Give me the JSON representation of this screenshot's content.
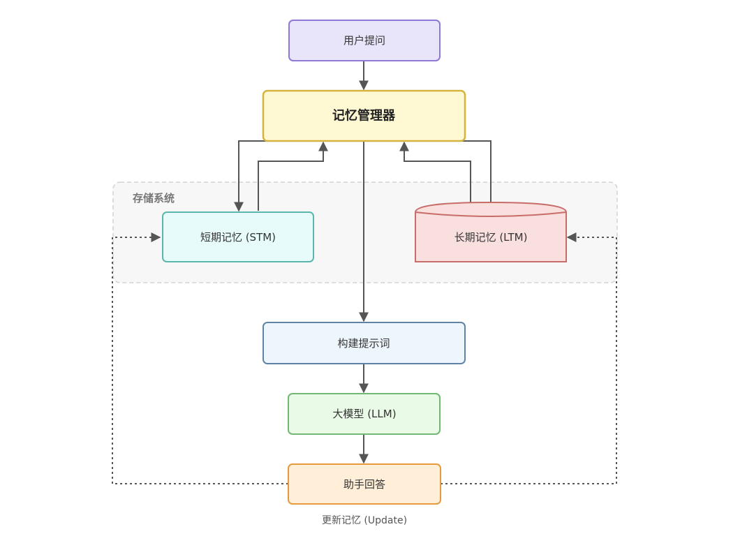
{
  "diagram": {
    "group": {
      "label": "存储系统"
    },
    "nodes": {
      "user_question": {
        "label": "用户提问",
        "fill": "#E8E4FA",
        "stroke": "#8F78D6"
      },
      "memory_manager": {
        "label": "记忆管理器",
        "fill": "#FFF9D3",
        "stroke": "#D4B43E"
      },
      "stm": {
        "label": "短期记忆 (STM)",
        "fill": "#E7FBFB",
        "stroke": "#5BB6AE"
      },
      "ltm": {
        "label": "长期记忆 (LTM)",
        "fill": "#F9E0DE",
        "stroke": "#C76C68"
      },
      "build_prompt": {
        "label": "构建提示词",
        "fill": "#EEF6FD",
        "stroke": "#5F83A6"
      },
      "llm": {
        "label": "大模型 (LLM)",
        "fill": "#E9FAE6",
        "stroke": "#73B872"
      },
      "assistant_answer": {
        "label": "助手回答",
        "fill": "#FFEFD8",
        "stroke": "#E79A3C"
      }
    },
    "edge_labels": {
      "update": "更新记忆 (Update)"
    },
    "colors": {
      "edge": "#555555",
      "group_fill": "#F7F7F7",
      "group_stroke": "#D3D3D3"
    }
  }
}
